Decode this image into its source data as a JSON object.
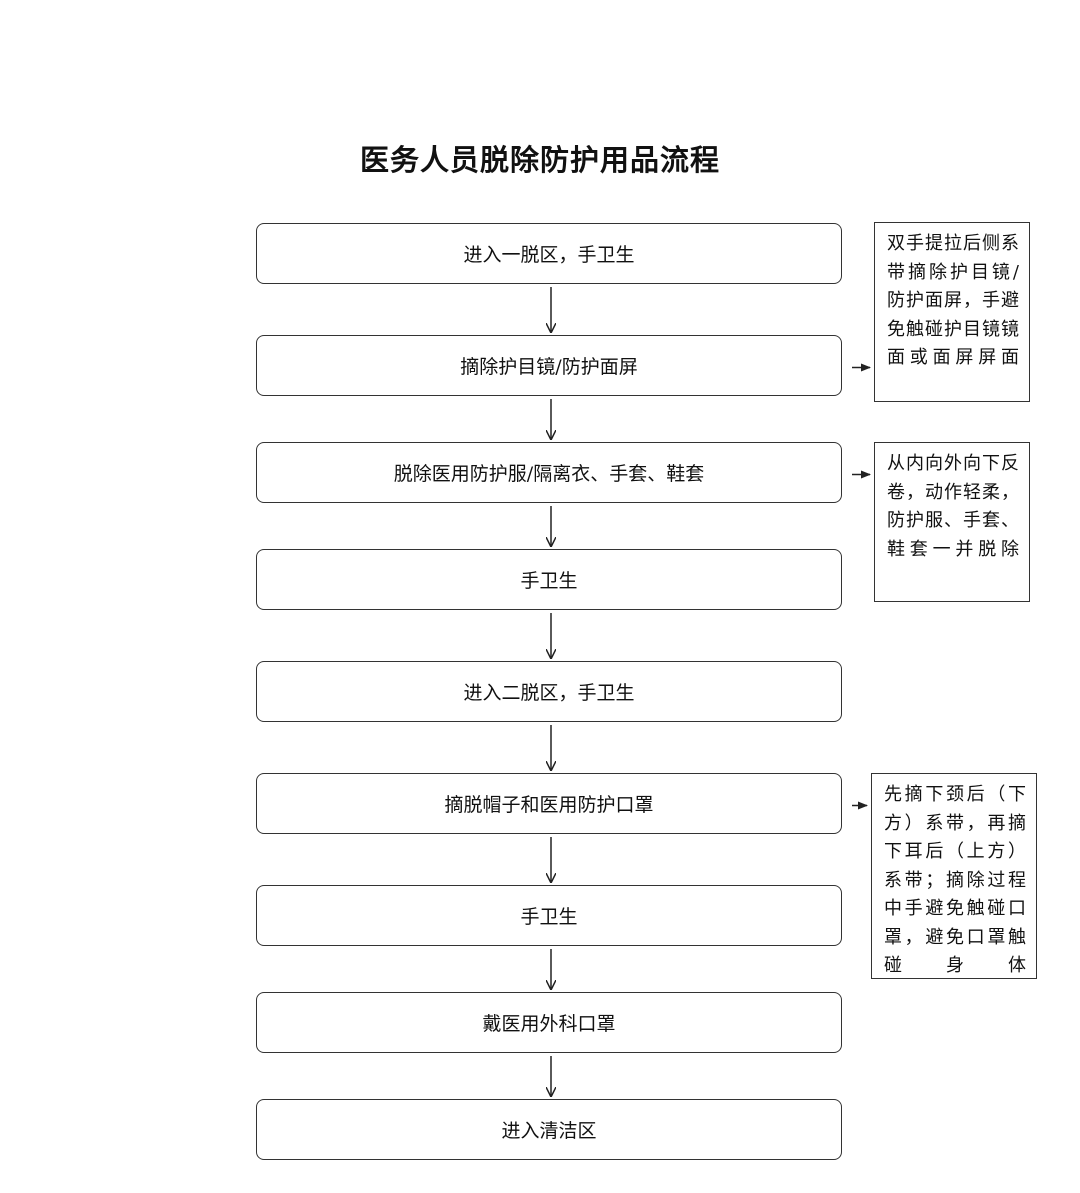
{
  "title": "医务人员脱除防护用品流程",
  "steps": [
    "进入一脱区，手卫生",
    "摘除护目镜/防护面屏",
    "脱除医用防护服/隔离衣、手套、鞋套",
    "手卫生",
    "进入二脱区，手卫生",
    "摘脱帽子和医用防护口罩",
    "手卫生",
    "戴医用外科口罩",
    "进入清洁区"
  ],
  "notes": [
    {
      "attached_to_step": 2,
      "text": "双手提拉后侧系带摘除护目镜/防护面屏，手避免触碰护目镜镜面或面屏屏面"
    },
    {
      "attached_to_step": 3,
      "text": "从内向外向下反卷，动作轻柔，防护服、手套、鞋套一并脱除"
    },
    {
      "attached_to_step": 6,
      "text": "先摘下颈后（下方）系带，再摘下耳后（上方）系带；摘除过程中手避免触碰口罩，避免口罩触碰身体"
    }
  ]
}
